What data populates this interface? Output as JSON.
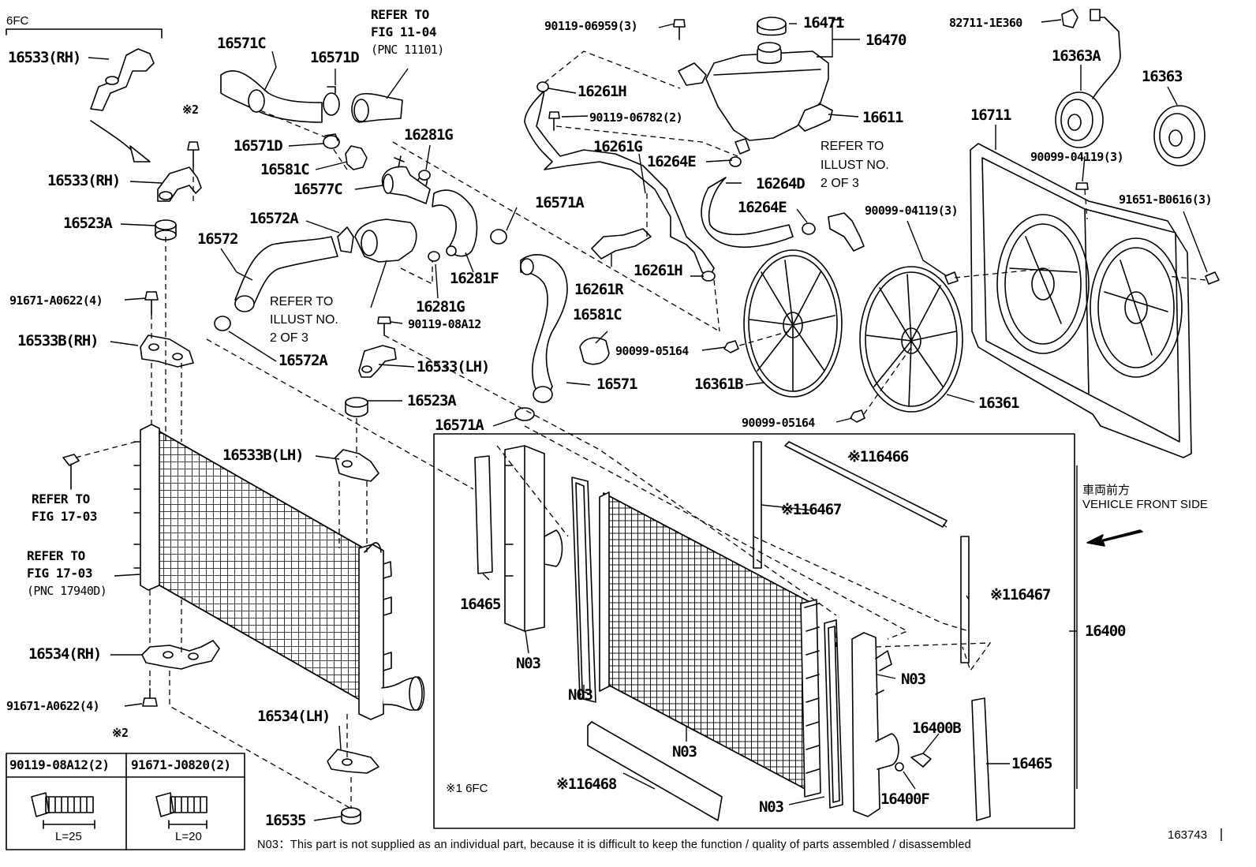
{
  "figure": {
    "model_code": "6FC",
    "illustration_number": "163743",
    "footnote": "N03：This part is not supplied as an individual part, because it is difficult to keep the function / quality of parts assembled / disassembled",
    "footnote_6fc": "※1 6FC",
    "note_2_symbol": "※2"
  },
  "direction": {
    "jp": "車両前方",
    "en": "VEHICLE FRONT SIDE"
  },
  "parts": {
    "p16533_rh_top": "16533(RH)",
    "p16533_rh": "16533(RH)",
    "p16523a_l": "16523A",
    "p91671_a0622_top": "91671-A0622(4)",
    "p16533b_rh": "16533B(RH)",
    "p16534_rh": "16534(RH)",
    "p91671_a0622_bot": "91671-A0622(4)",
    "p16571c": "16571C",
    "p16571d_top": "16571D",
    "p16571d": "16571D",
    "p16581c_top": "16581C",
    "p16577c": "16577C",
    "p16281g_top": "16281G",
    "p16572a_top": "16572A",
    "p16572": "16572",
    "p16572a": "16572A",
    "p16281f": "16281F",
    "p16281g": "16281G",
    "p90119_08a12": "90119-08A12",
    "p16533_lh": "16533(LH)",
    "p16523a_r": "16523A",
    "p16571a_top": "16571A",
    "p16571a": "16571A",
    "p16533b_lh": "16533B(LH)",
    "p16534_lh": "16534(LH)",
    "p16535": "16535",
    "p90119_06959": "90119-06959(3)",
    "p16261h_top": "16261H",
    "p90119_06782": "90119-06782(2)",
    "p16261g": "16261G",
    "p16261r": "16261R",
    "p16261h": "16261H",
    "p16581c": "16581C",
    "p16571": "16571",
    "p16471": "16471",
    "p16470": "16470",
    "p16611": "16611",
    "p16264e_top": "16264E",
    "p16264d": "16264D",
    "p16264e": "16264E",
    "p90099_04119_mid": "90099-04119(3)",
    "p90099_05164_top": "90099-05164",
    "p16361b": "16361B",
    "p90099_05164_bot": "90099-05164",
    "p16361": "16361",
    "p82711_1e360": "82711-1E360",
    "p16363a": "16363A",
    "p16363": "16363",
    "p16711": "16711",
    "p90099_04119_top": "90099-04119(3)",
    "p91651_b0616": "91651-B0616(3)",
    "p16466": "※116466",
    "p16467_top": "※116467",
    "p16467": "※116467",
    "p16465_left": "16465",
    "p16465_right": "16465",
    "p16468": "※116468",
    "p16400": "16400",
    "p16400b": "16400B",
    "p16400f": "16400F",
    "n03_1": "N03",
    "n03_2": "N03",
    "n03_3": "N03",
    "n03_4": "N03",
    "n03_5": "N03"
  },
  "references": {
    "fig_11_04_l1": "REFER TO",
    "fig_11_04_l2": "FIG 11-04",
    "fig_11_04_l3": "(PNC 11101)",
    "illust_a_l1": "REFER TO",
    "illust_a_l2": "ILLUST NO.",
    "illust_a_l3": "2 OF 3",
    "illust_b_l1": "REFER TO",
    "illust_b_l2": "ILLUST NO.",
    "illust_b_l3": "2 OF 3",
    "fig_17_03a_l1": "REFER TO",
    "fig_17_03a_l2": "FIG 17-03",
    "fig_17_03b_l1": "REFER TO",
    "fig_17_03b_l2": "FIG 17-03",
    "fig_17_03b_l3": "(PNC 17940D)"
  },
  "bolt_table": {
    "col1_part": "90119-08A12(2)",
    "col2_part": "91671-J0820(2)",
    "col1_length": "L=25",
    "col2_length": "L=20"
  }
}
